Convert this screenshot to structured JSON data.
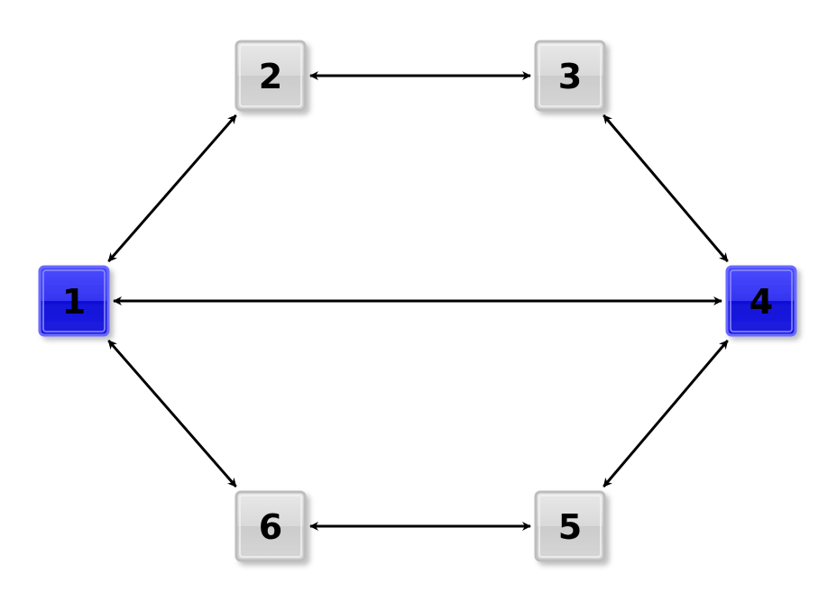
{
  "colors": {
    "background": "#ffffff",
    "edge": "#000000",
    "node_gray_fill": "#d4d4d4",
    "node_gray_border": "#bdbdbd",
    "node_blue_fill": "#1f1fe6",
    "node_blue_border": "#6b6bff",
    "label": "#000000"
  },
  "nodes": [
    {
      "id": "1",
      "label": "1",
      "style": "blue"
    },
    {
      "id": "2",
      "label": "2",
      "style": "gray"
    },
    {
      "id": "3",
      "label": "3",
      "style": "gray"
    },
    {
      "id": "4",
      "label": "4",
      "style": "blue"
    },
    {
      "id": "5",
      "label": "5",
      "style": "gray"
    },
    {
      "id": "6",
      "label": "6",
      "style": "gray"
    }
  ],
  "edges": [
    {
      "from": "1",
      "to": "2",
      "direction": "both"
    },
    {
      "from": "2",
      "to": "3",
      "direction": "both"
    },
    {
      "from": "3",
      "to": "4",
      "direction": "both"
    },
    {
      "from": "1",
      "to": "4",
      "direction": "both"
    },
    {
      "from": "4",
      "to": "5",
      "direction": "both"
    },
    {
      "from": "5",
      "to": "6",
      "direction": "both"
    },
    {
      "from": "6",
      "to": "1",
      "direction": "both"
    }
  ]
}
